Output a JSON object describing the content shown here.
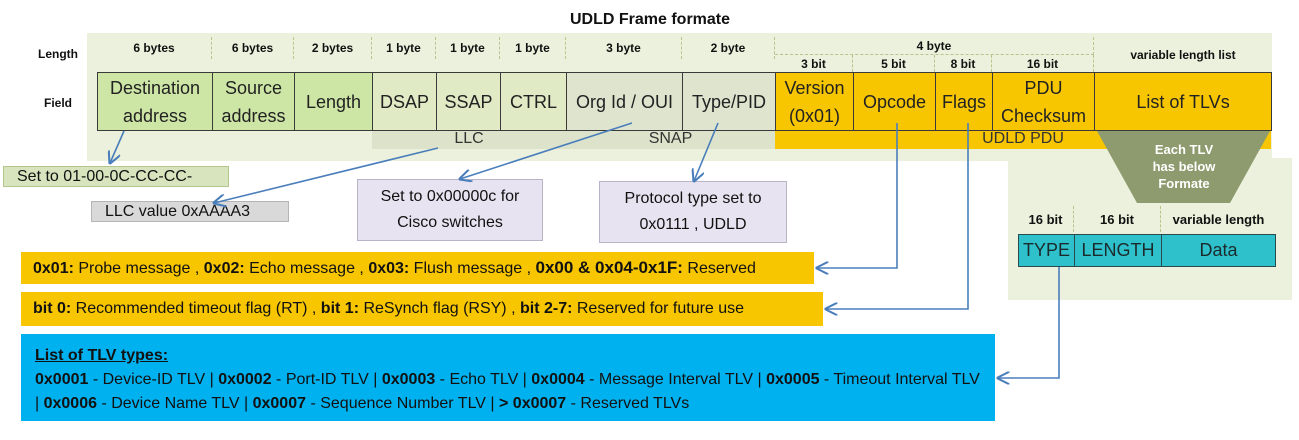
{
  "title": "UDLD Frame formate",
  "row_labels": {
    "length": "Length",
    "field": "Field"
  },
  "fields": [
    {
      "size": "6 bytes",
      "name": "Destination address"
    },
    {
      "size": "6 bytes",
      "name": "Source address"
    },
    {
      "size": "2 bytes",
      "name": "Length"
    },
    {
      "size": "1 byte",
      "name": "DSAP"
    },
    {
      "size": "1 byte",
      "name": "SSAP"
    },
    {
      "size": "1 byte",
      "name": "CTRL"
    },
    {
      "size": "3 byte",
      "name": "Org Id / OUI"
    },
    {
      "size": "2 byte",
      "name": "Type/PID"
    }
  ],
  "pdu": {
    "size": "4 byte",
    "subfields": [
      {
        "size": "3 bit",
        "name": "Version (0x01)"
      },
      {
        "size": "5 bit",
        "name": "Opcode"
      },
      {
        "size": "8 bit",
        "name": "Flags"
      },
      {
        "size": "16 bit",
        "name": "PDU Checksum"
      }
    ]
  },
  "tlv_list": {
    "size": "variable length list",
    "name": "List of TLVs"
  },
  "bands": {
    "llc": "LLC",
    "snap": "SNAP",
    "udld_pdu": "UDLD PDU"
  },
  "trapezoid_text": "Each TLV has below Formate",
  "notes": {
    "dest": "Set to 01-00-0C-CC-CC-",
    "llc": "LLC value 0xAAAA3",
    "oui": "Set to 0x00000c for Cisco switches",
    "pid": "Protocol type set to 0x0111 , UDLD"
  },
  "tlv_format": {
    "headers": [
      "16 bit",
      "16 bit",
      "variable length"
    ],
    "fields": [
      "TYPE",
      "LENGTH",
      "Data"
    ]
  },
  "opcode_bar": {
    "k1": "0x01:",
    "t1": " Probe message , ",
    "k2": "0x02:",
    "t2": " Echo message , ",
    "k3": "0x03:",
    "t3": " Flush message , ",
    "k4": "0x00 & 0x04-0x1F:",
    "t4": " Reserved"
  },
  "flags_bar": {
    "k1": "bit 0:",
    "t1": " Recommended timeout flag (RT) , ",
    "k2": "bit 1:",
    "t2": " ReSynch flag (RSY) , ",
    "k3": "bit 2-7:",
    "t3": " Reserved for future use"
  },
  "tlv_types": {
    "heading": "List of TLV types:",
    "k1": "0x0001",
    "t1": " - Device-ID TLV | ",
    "k2": "0x0002",
    "t2": " - Port-ID TLV  | ",
    "k3": "0x0003",
    "t3": " - Echo TLV  | ",
    "k4": "0x0004",
    "t4": " - Message Interval TLV  | ",
    "k5": "0x0005",
    "t5": " - Timeout Interval TLV  | ",
    "k6": "0x0006",
    "t6": " - Device Name TLV | ",
    "k7": "0x0007",
    "t7": " - Sequence Number TLV | ",
    "k8": "> 0x0007",
    "t8": " - Reserved TLVs"
  },
  "colors": {
    "gold": "#f7c600",
    "blue": "#00b1ef",
    "teal": "#2fc1cb",
    "arrow": "#4a7ebb",
    "panel": "#ebf1dc"
  }
}
